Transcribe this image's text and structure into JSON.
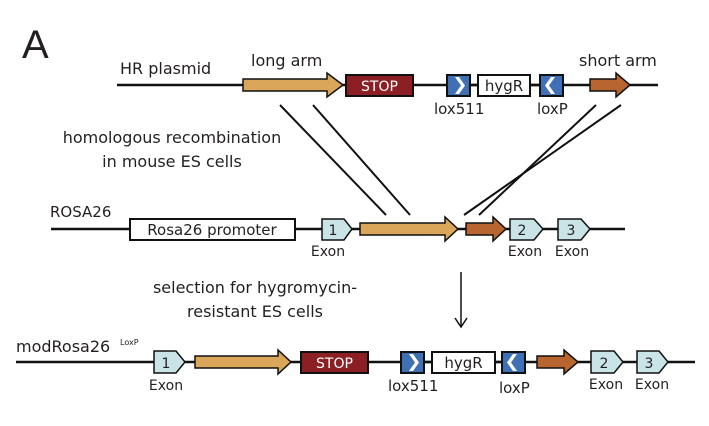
{
  "panel_label": "A",
  "colors": {
    "long_arm": "#d9a65a",
    "short_arm": "#b8652f",
    "stop": "#8b1f24",
    "lox": "#3f6fb5",
    "exon": "#c9e3e6",
    "line": "#111111",
    "text": "#231f20"
  },
  "rows": {
    "plasmid": {
      "label": "HR plasmid",
      "long_arm_label": "long arm",
      "short_arm_label": "short arm",
      "stop_label": "STOP",
      "hygr_label": "hygR",
      "lox511_label": "lox511",
      "loxp_label": "loxP"
    },
    "rosa": {
      "label": "ROSA26",
      "promoter_label": "Rosa26 promoter",
      "exons": [
        {
          "number": "1",
          "label": "Exon"
        },
        {
          "number": "2",
          "label": "Exon"
        },
        {
          "number": "3",
          "label": "Exon"
        }
      ]
    },
    "mod": {
      "label": "modRosa26",
      "label_superscript": "LoxP",
      "stop_label": "STOP",
      "hygr_label": "hygR",
      "lox511_label": "lox511",
      "loxp_label": "loxP",
      "exons": [
        {
          "number": "1",
          "label": "Exon"
        },
        {
          "number": "2",
          "label": "Exon"
        },
        {
          "number": "3",
          "label": "Exon"
        }
      ]
    }
  },
  "steps": {
    "recombination": [
      "homologous recombination",
      "in mouse ES cells"
    ],
    "selection": [
      "selection for hygromycin-",
      "resistant ES cells"
    ]
  }
}
